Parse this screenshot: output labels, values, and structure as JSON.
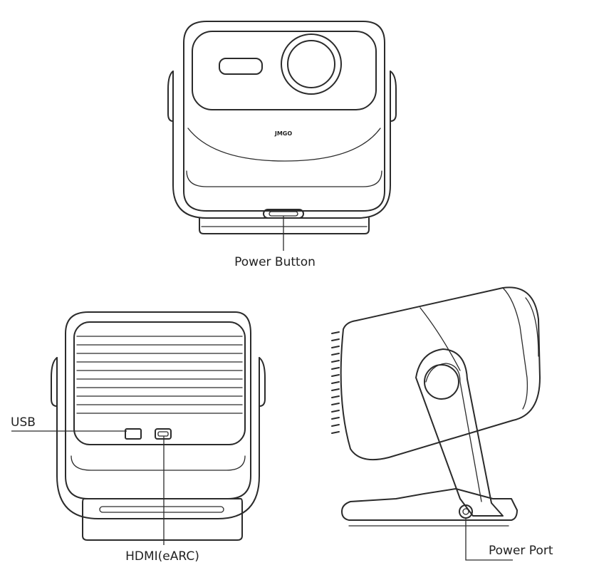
{
  "views": {
    "front": {
      "logo_text": "JMGO"
    }
  },
  "labels": {
    "power_button": "Power Button",
    "usb": "USB",
    "hdmi": "HDMI(eARC)",
    "power_port": "Power Port"
  }
}
